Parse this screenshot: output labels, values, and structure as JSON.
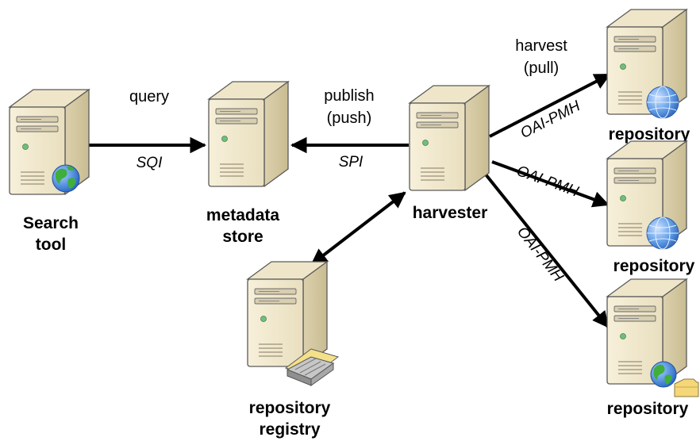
{
  "nodes": {
    "search_tool": {
      "line1": "Search",
      "line2": "tool"
    },
    "metadata_store": {
      "line1": "metadata",
      "line2": "store"
    },
    "harvester": {
      "line1": "harvester"
    },
    "registry": {
      "line1": "repository",
      "line2": "registry"
    },
    "repo1": {
      "line1": "repository"
    },
    "repo2": {
      "line1": "repository"
    },
    "repo3": {
      "line1": "repository"
    }
  },
  "edges": {
    "query_label": "query",
    "sqi_label": "SQI",
    "publish_line1": "publish",
    "publish_line2": "(push)",
    "spi_label": "SPI",
    "harvest_line1": "harvest",
    "harvest_line2": "(pull)",
    "oai_1": "OAI-PMH",
    "oai_2": "OAI-PMH",
    "oai_3": "OAI-PMH"
  },
  "colors": {
    "server_body": "#f3ead0",
    "server_side": "#d8cca6",
    "server_top": "#ece2c4",
    "outline": "#5a5a5a",
    "arrow": "#000000",
    "globe_blue": "#2c6cc7",
    "globe_green": "#3fae3a"
  },
  "icons": {
    "server": "server-icon",
    "globe": "globe-icon",
    "web": "web-globe-icon",
    "registry": "registry-tray-icon",
    "folder": "folder-icon"
  }
}
